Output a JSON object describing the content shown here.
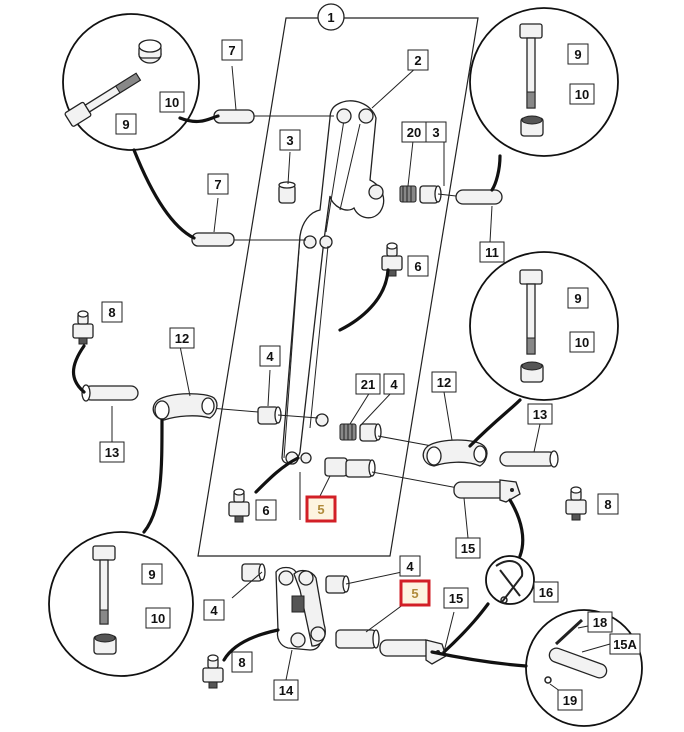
{
  "diagram": {
    "labels": {
      "l1": "1",
      "l2": "2",
      "l3a": "3",
      "l3b": "3",
      "l20": "20",
      "l7a": "7",
      "l7b": "7",
      "l9a": "9",
      "l10a": "10",
      "l9b": "9",
      "l10b": "10",
      "l11": "11",
      "l6a": "6",
      "l8a": "8",
      "l12a": "12",
      "l13a": "13",
      "l4a": "4",
      "l21": "21",
      "l4b": "4",
      "l9c": "9",
      "l10c": "10",
      "l12b": "12",
      "l13b": "13",
      "l5a": "5",
      "l6b": "6",
      "l8b": "8",
      "l15a": "15",
      "l16": "16",
      "l9d": "9",
      "l10d": "10",
      "l4c": "4",
      "l4d": "4",
      "l5b": "5",
      "l15b": "15",
      "l8c": "8",
      "l14": "14",
      "l18": "18",
      "l15A": "15A",
      "l19": "19"
    },
    "highlight_color": "#d21f26"
  }
}
